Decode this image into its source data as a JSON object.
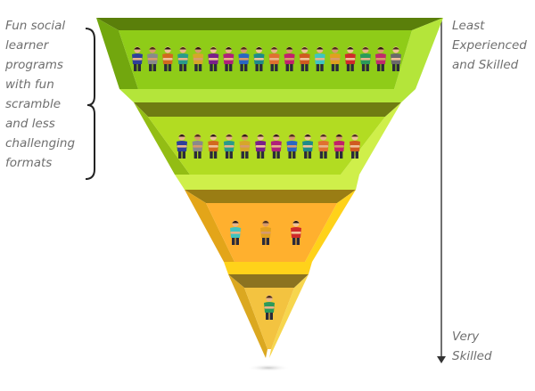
{
  "left_note": "Fun social\nlearner\nprograms\nwith fun\nscramble\nand less\nchallenging\nformats",
  "scale": {
    "top_label": "Least\nExperienced\nand Skilled",
    "bottom_label": "Very\nSkilled"
  },
  "tiers": [
    {
      "name": "tier-1-green",
      "people_count": 18,
      "colors": {
        "front": "#8fcc18",
        "side": "#72a70e",
        "top": "#5a7f0a",
        "ledge": "#b4e53a",
        "inner": "#7eb614"
      }
    },
    {
      "name": "tier-2-lime",
      "people_count": 12,
      "colors": {
        "front": "#b2dc22",
        "side": "#93bd14",
        "top": "#6f7c12",
        "ledge": "#cfef4a",
        "inner": "#a2cf1c"
      }
    },
    {
      "name": "tier-3-orange",
      "people_count": 3,
      "colors": {
        "front": "#ffb02e",
        "side": "#e3a519",
        "top": "#9a7d14",
        "ledge": "#ffd21a",
        "inner": "#f6a830"
      }
    },
    {
      "name": "tier-4-gold",
      "people_count": 1,
      "colors": {
        "front": "#f3c340",
        "side": "#dba820",
        "top": "#8c7320",
        "ledge": "#f7d64e",
        "inner": "#eab534"
      }
    }
  ],
  "shirt_colors": [
    "#2f3f9a",
    "#8a8a8a",
    "#d2691e",
    "#2a9a8a",
    "#d6a62a",
    "#7a1f8a",
    "#b0207a",
    "#2a66c2",
    "#1e8a8a",
    "#e07030",
    "#c2206a",
    "#d05a20",
    "#40c4c0",
    "#e0a020",
    "#d02a2a",
    "#2a9a5a",
    "#c02a6a",
    "#6a6a6a"
  ]
}
